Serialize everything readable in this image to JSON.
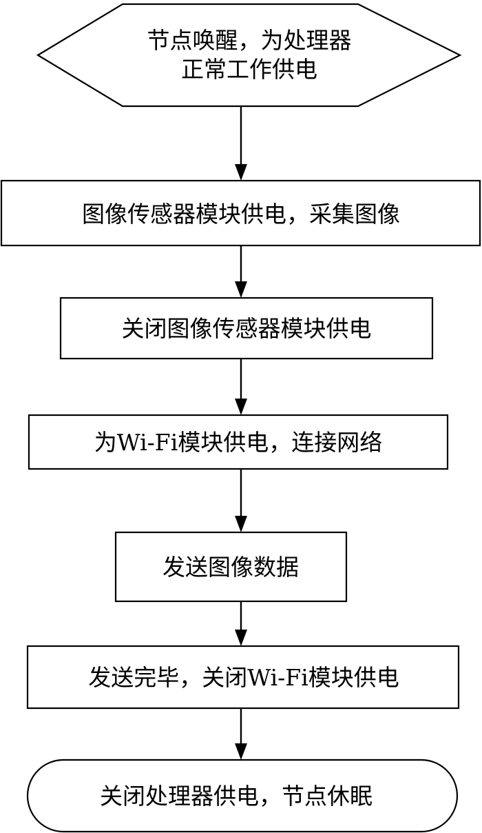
{
  "flowchart": {
    "start": {
      "line1": "节点唤醒，为处理器",
      "line2": "正常工作供电"
    },
    "steps": [
      "图像传感器模块供电，采集图像",
      "关闭图像传感器模块供电",
      "为Wi-Fi模块供电，连接网络",
      "发送图像数据",
      "发送完毕，关闭Wi-Fi模块供电"
    ],
    "end": "关闭处理器供电，节点休眠"
  }
}
